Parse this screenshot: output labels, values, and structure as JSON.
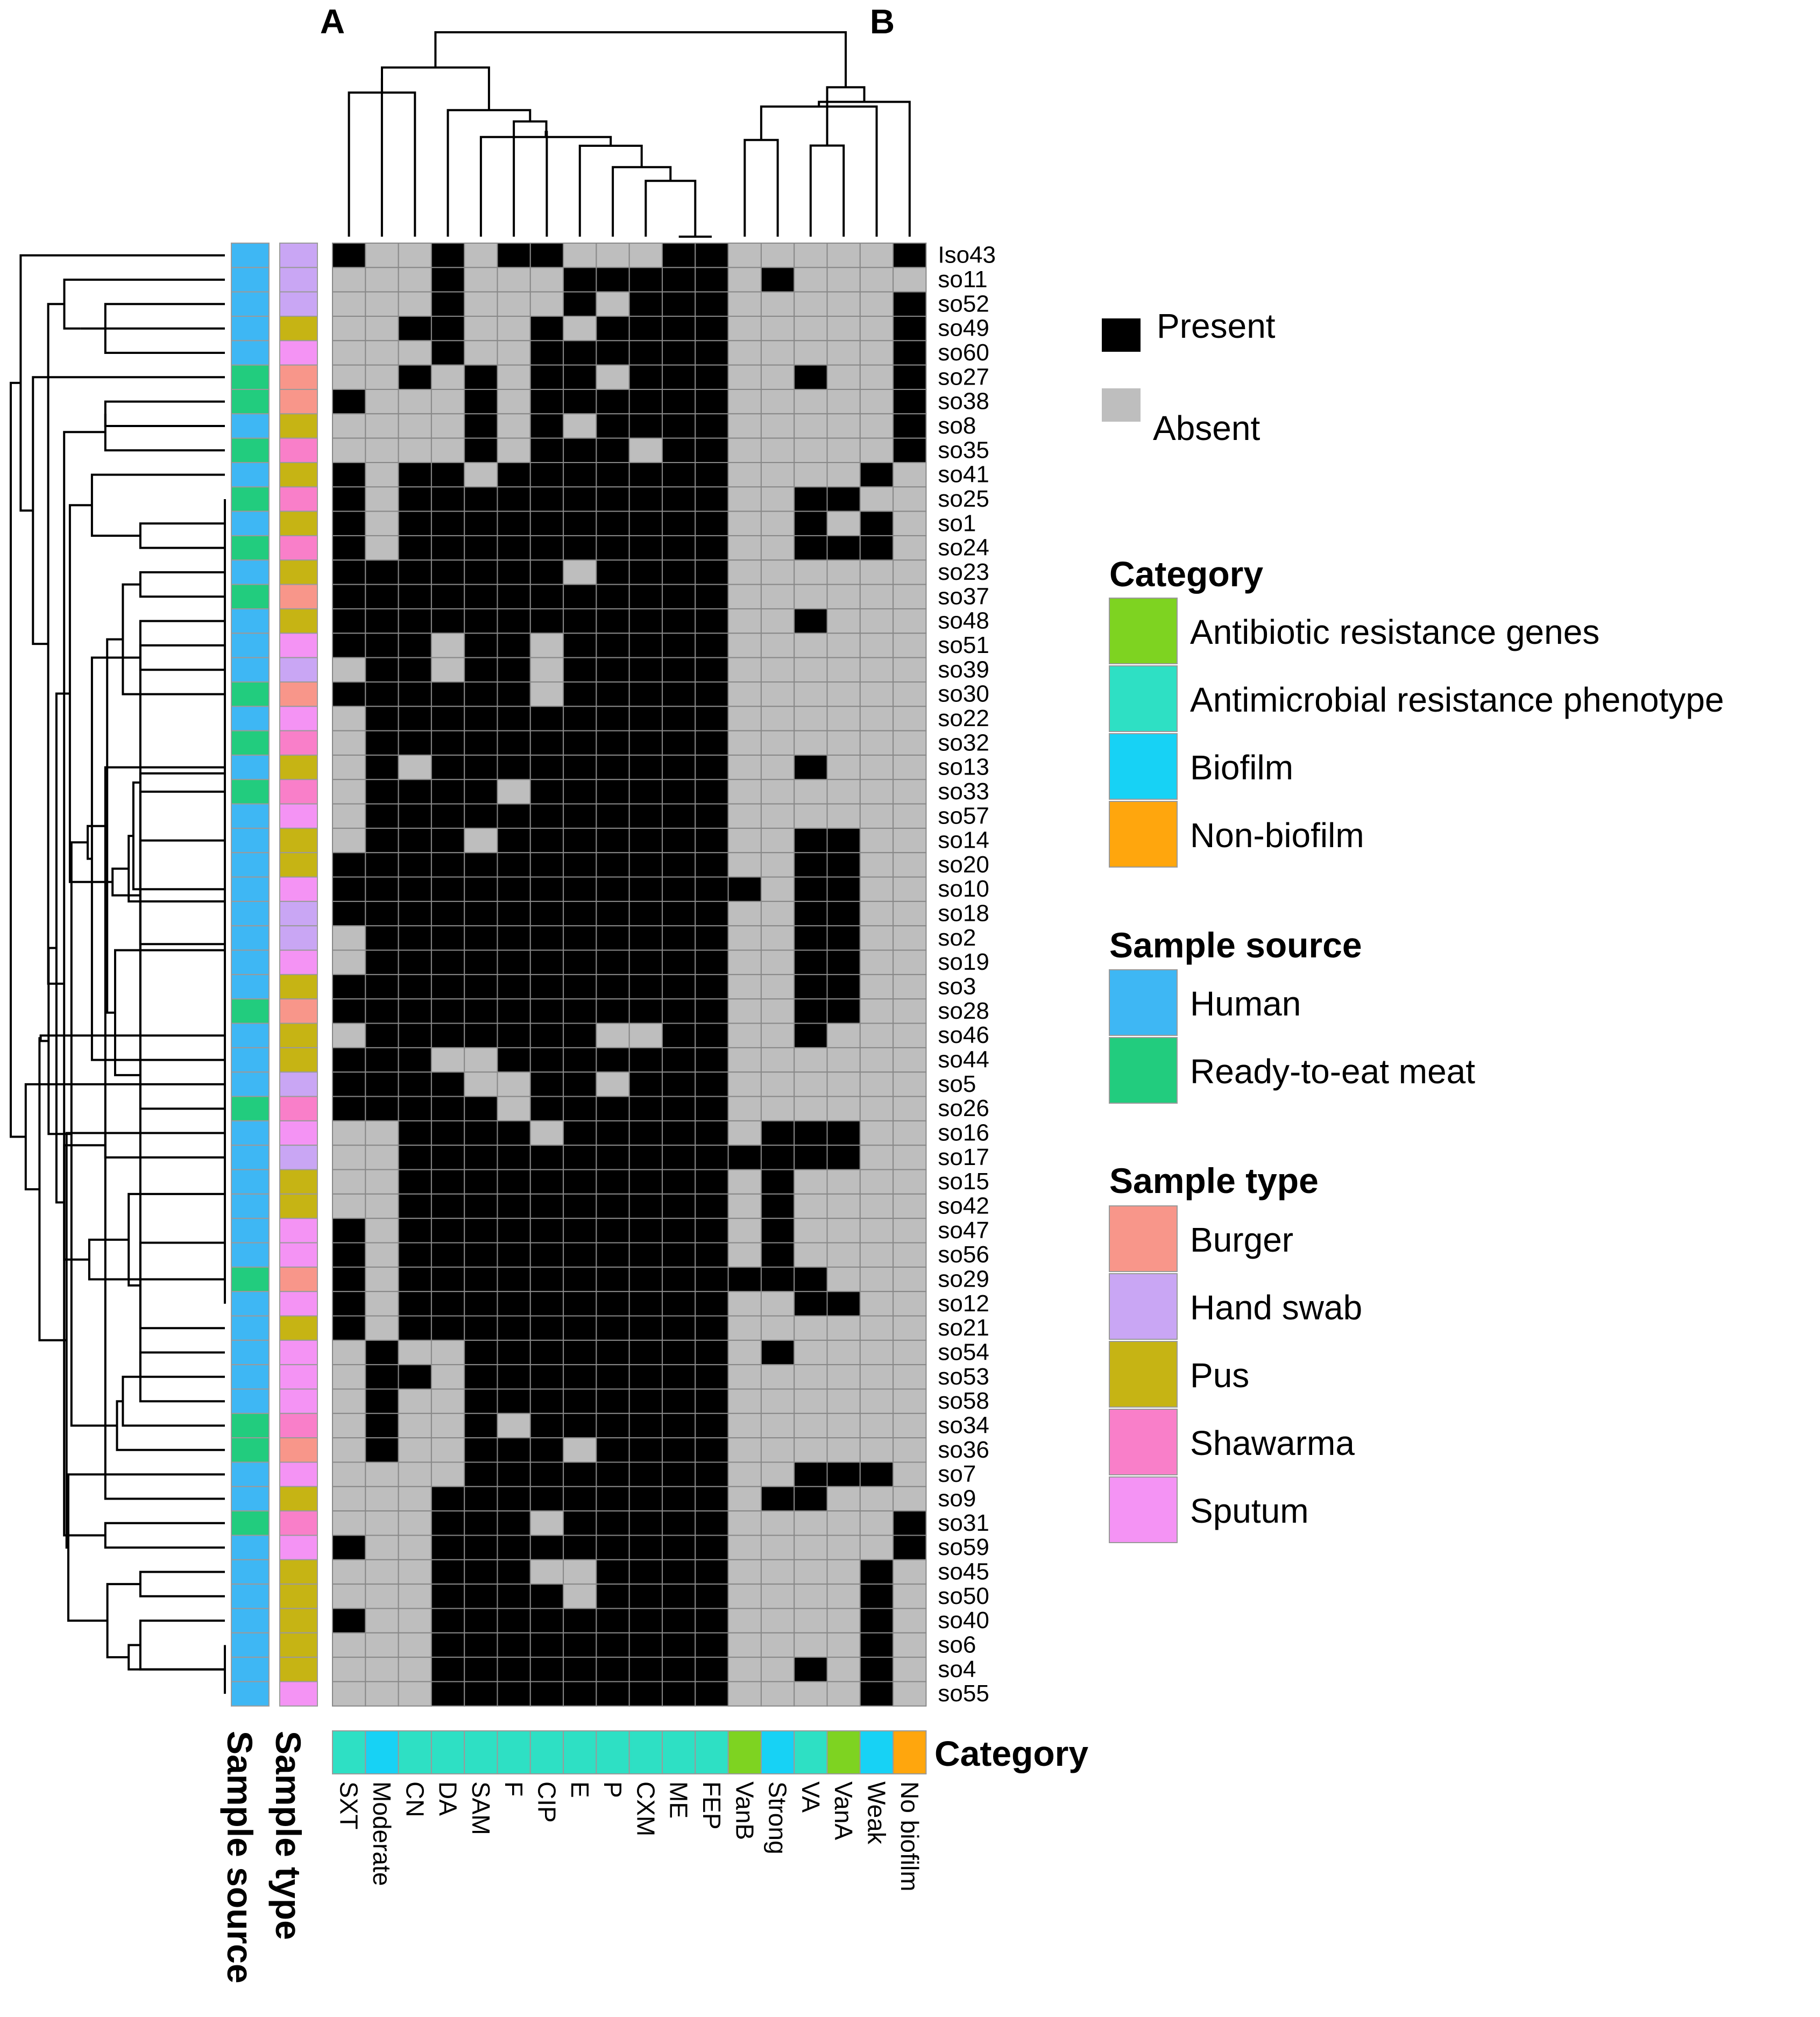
{
  "panel_labels": [
    "A",
    "B"
  ],
  "legend": {
    "present_label": "Present",
    "absent_label": "Absent",
    "category_title": "Category",
    "category_items": [
      {
        "label": "Antibiotic resistance genes",
        "color": "#7ED321"
      },
      {
        "label": "Antimicrobial resistance phenotype",
        "color": "#2EE0C4"
      },
      {
        "label": "Biofilm",
        "color": "#17D2F5"
      },
      {
        "label": "Non-biofilm",
        "color": "#FFA60D"
      }
    ],
    "source_title": "Sample source",
    "source_items": [
      {
        "label": "Human",
        "color": "#3EB7F4"
      },
      {
        "label": "Ready-to-eat meat",
        "color": "#22CC7E"
      }
    ],
    "type_title": "Sample type",
    "type_items": [
      {
        "label": "Burger",
        "color": "#F8968A"
      },
      {
        "label": "Hand swab",
        "color": "#C9A6F4"
      },
      {
        "label": "Pus",
        "color": "#C6B414"
      },
      {
        "label": "Shawarma",
        "color": "#F97FC9"
      },
      {
        "label": "Sputum",
        "color": "#F493F4"
      }
    ]
  },
  "bottom_labels": {
    "category": "Category",
    "sample_source": "Sample source",
    "sample_type": "Sample type"
  },
  "colors": {
    "present": "#000000",
    "absent": "#BEBEBE",
    "gridline": "#888888"
  },
  "chart_data": {
    "type": "heatmap",
    "columns": [
      "SXT",
      "Moderate",
      "CN",
      "DA",
      "SAM",
      "F",
      "CIP",
      "E",
      "P",
      "CXM",
      "ME",
      "FEP",
      "VanB",
      "Strong",
      "VA",
      "VanA",
      "Weak",
      "No biofilm"
    ],
    "column_category": [
      "Antimicrobial resistance phenotype",
      "Biofilm",
      "Antimicrobial resistance phenotype",
      "Antimicrobial resistance phenotype",
      "Antimicrobial resistance phenotype",
      "Antimicrobial resistance phenotype",
      "Antimicrobial resistance phenotype",
      "Antimicrobial resistance phenotype",
      "Antimicrobial resistance phenotype",
      "Antimicrobial resistance phenotype",
      "Antimicrobial resistance phenotype",
      "Antimicrobial resistance phenotype",
      "Antibiotic resistance genes",
      "Biofilm",
      "Antimicrobial resistance phenotype",
      "Antibiotic resistance genes",
      "Biofilm",
      "Non-biofilm"
    ],
    "rows": [
      "Iso43",
      "so11",
      "so52",
      "so49",
      "so60",
      "so27",
      "so38",
      "so8",
      "so35",
      "so41",
      "so25",
      "so1",
      "so24",
      "so23",
      "so37",
      "so48",
      "so51",
      "so39",
      "so30",
      "so22",
      "so32",
      "so13",
      "so33",
      "so57",
      "so14",
      "so20",
      "so10",
      "so18",
      "so2",
      "so19",
      "so3",
      "so28",
      "so46",
      "so44",
      "so5",
      "so26",
      "so16",
      "so17",
      "so15",
      "so42",
      "so47",
      "so56",
      "so29",
      "so12",
      "so21",
      "so54",
      "so53",
      "so58",
      "so34",
      "so36",
      "so7",
      "so9",
      "so31",
      "so59",
      "so45",
      "so50",
      "so40",
      "so6",
      "so4",
      "so55"
    ],
    "row_source": [
      "Human",
      "Human",
      "Human",
      "Human",
      "Human",
      "Ready-to-eat meat",
      "Ready-to-eat meat",
      "Human",
      "Ready-to-eat meat",
      "Human",
      "Ready-to-eat meat",
      "Human",
      "Ready-to-eat meat",
      "Human",
      "Ready-to-eat meat",
      "Human",
      "Human",
      "Human",
      "Ready-to-eat meat",
      "Human",
      "Ready-to-eat meat",
      "Human",
      "Ready-to-eat meat",
      "Human",
      "Human",
      "Human",
      "Human",
      "Human",
      "Human",
      "Human",
      "Human",
      "Ready-to-eat meat",
      "Human",
      "Human",
      "Human",
      "Ready-to-eat meat",
      "Human",
      "Human",
      "Human",
      "Human",
      "Human",
      "Human",
      "Ready-to-eat meat",
      "Human",
      "Human",
      "Human",
      "Human",
      "Human",
      "Ready-to-eat meat",
      "Ready-to-eat meat",
      "Human",
      "Human",
      "Ready-to-eat meat",
      "Human",
      "Human",
      "Human",
      "Human",
      "Human",
      "Human",
      "Human"
    ],
    "row_type": [
      "Hand swab",
      "Hand swab",
      "Hand swab",
      "Pus",
      "Sputum",
      "Burger",
      "Burger",
      "Pus",
      "Shawarma",
      "Pus",
      "Shawarma",
      "Pus",
      "Shawarma",
      "Pus",
      "Burger",
      "Pus",
      "Sputum",
      "Hand swab",
      "Burger",
      "Sputum",
      "Shawarma",
      "Pus",
      "Shawarma",
      "Sputum",
      "Pus",
      "Pus",
      "Sputum",
      "Hand swab",
      "Hand swab",
      "Sputum",
      "Pus",
      "Burger",
      "Pus",
      "Pus",
      "Hand swab",
      "Shawarma",
      "Sputum",
      "Hand swab",
      "Pus",
      "Pus",
      "Sputum",
      "Sputum",
      "Burger",
      "Sputum",
      "Pus",
      "Sputum",
      "Sputum",
      "Sputum",
      "Shawarma",
      "Burger",
      "Sputum",
      "Pus",
      "Shawarma",
      "Sputum",
      "Pus",
      "Pus",
      "Pus",
      "Pus",
      "Pus",
      "Sputum"
    ],
    "values": [
      [
        1,
        0,
        0,
        1,
        0,
        1,
        1,
        0,
        0,
        0,
        1,
        1,
        0,
        0,
        0,
        0,
        0,
        1
      ],
      [
        0,
        0,
        0,
        1,
        0,
        0,
        0,
        1,
        1,
        1,
        1,
        1,
        0,
        1,
        0,
        0,
        0,
        0
      ],
      [
        0,
        0,
        0,
        1,
        0,
        0,
        0,
        1,
        0,
        1,
        1,
        1,
        0,
        0,
        0,
        0,
        0,
        1
      ],
      [
        0,
        0,
        1,
        1,
        0,
        0,
        1,
        0,
        1,
        1,
        1,
        1,
        0,
        0,
        0,
        0,
        0,
        1
      ],
      [
        0,
        0,
        0,
        1,
        0,
        0,
        1,
        1,
        1,
        1,
        1,
        1,
        0,
        0,
        0,
        0,
        0,
        1
      ],
      [
        0,
        0,
        1,
        0,
        1,
        0,
        1,
        1,
        0,
        1,
        1,
        1,
        0,
        0,
        1,
        0,
        0,
        1
      ],
      [
        1,
        0,
        0,
        0,
        1,
        0,
        1,
        1,
        1,
        1,
        1,
        1,
        0,
        0,
        0,
        0,
        0,
        1
      ],
      [
        0,
        0,
        0,
        0,
        1,
        0,
        1,
        0,
        1,
        1,
        1,
        1,
        0,
        0,
        0,
        0,
        0,
        1
      ],
      [
        0,
        0,
        0,
        0,
        1,
        0,
        1,
        1,
        1,
        0,
        1,
        1,
        0,
        0,
        0,
        0,
        0,
        1
      ],
      [
        1,
        0,
        1,
        1,
        0,
        1,
        1,
        1,
        1,
        1,
        1,
        1,
        0,
        0,
        0,
        0,
        1,
        0
      ],
      [
        1,
        0,
        1,
        1,
        1,
        1,
        1,
        1,
        1,
        1,
        1,
        1,
        0,
        0,
        1,
        1,
        0,
        0
      ],
      [
        1,
        0,
        1,
        1,
        1,
        1,
        1,
        1,
        1,
        1,
        1,
        1,
        0,
        0,
        1,
        0,
        1,
        0
      ],
      [
        1,
        0,
        1,
        1,
        1,
        1,
        1,
        1,
        1,
        1,
        1,
        1,
        0,
        0,
        1,
        1,
        1,
        0
      ],
      [
        1,
        1,
        1,
        1,
        1,
        1,
        1,
        0,
        1,
        1,
        1,
        1,
        0,
        0,
        0,
        0,
        0,
        0
      ],
      [
        1,
        1,
        1,
        1,
        1,
        1,
        1,
        1,
        1,
        1,
        1,
        1,
        0,
        0,
        0,
        0,
        0,
        0
      ],
      [
        1,
        1,
        1,
        1,
        1,
        1,
        1,
        1,
        1,
        1,
        1,
        1,
        0,
        0,
        1,
        0,
        0,
        0
      ],
      [
        1,
        1,
        1,
        0,
        1,
        1,
        0,
        1,
        1,
        1,
        1,
        1,
        0,
        0,
        0,
        0,
        0,
        0
      ],
      [
        0,
        1,
        1,
        0,
        1,
        1,
        0,
        1,
        1,
        1,
        1,
        1,
        0,
        0,
        0,
        0,
        0,
        0
      ],
      [
        1,
        1,
        1,
        1,
        1,
        1,
        0,
        1,
        1,
        1,
        1,
        1,
        0,
        0,
        0,
        0,
        0,
        0
      ],
      [
        0,
        1,
        1,
        1,
        1,
        1,
        1,
        1,
        1,
        1,
        1,
        1,
        0,
        0,
        0,
        0,
        0,
        0
      ],
      [
        0,
        1,
        1,
        1,
        1,
        1,
        1,
        1,
        1,
        1,
        1,
        1,
        0,
        0,
        0,
        0,
        0,
        0
      ],
      [
        0,
        1,
        0,
        1,
        1,
        1,
        1,
        1,
        1,
        1,
        1,
        1,
        0,
        0,
        1,
        0,
        0,
        0
      ],
      [
        0,
        1,
        1,
        1,
        1,
        0,
        1,
        1,
        1,
        1,
        1,
        1,
        0,
        0,
        0,
        0,
        0,
        0
      ],
      [
        0,
        1,
        1,
        1,
        1,
        1,
        1,
        1,
        1,
        1,
        1,
        1,
        0,
        0,
        0,
        0,
        0,
        0
      ],
      [
        0,
        1,
        1,
        1,
        0,
        1,
        1,
        1,
        1,
        1,
        1,
        1,
        0,
        0,
        1,
        1,
        0,
        0
      ],
      [
        1,
        1,
        1,
        1,
        1,
        1,
        1,
        1,
        1,
        1,
        1,
        1,
        0,
        0,
        1,
        1,
        0,
        0
      ],
      [
        1,
        1,
        1,
        1,
        1,
        1,
        1,
        1,
        1,
        1,
        1,
        1,
        1,
        0,
        1,
        1,
        0,
        0
      ],
      [
        1,
        1,
        1,
        1,
        1,
        1,
        1,
        1,
        1,
        1,
        1,
        1,
        0,
        0,
        1,
        1,
        0,
        0
      ],
      [
        0,
        1,
        1,
        1,
        1,
        1,
        1,
        1,
        1,
        1,
        1,
        1,
        0,
        0,
        1,
        1,
        0,
        0
      ],
      [
        0,
        1,
        1,
        1,
        1,
        1,
        1,
        1,
        1,
        1,
        1,
        1,
        0,
        0,
        1,
        1,
        0,
        0
      ],
      [
        1,
        1,
        1,
        1,
        1,
        1,
        1,
        1,
        1,
        1,
        1,
        1,
        0,
        0,
        1,
        1,
        0,
        0
      ],
      [
        1,
        1,
        1,
        1,
        1,
        1,
        1,
        1,
        1,
        1,
        1,
        1,
        0,
        0,
        1,
        1,
        0,
        0
      ],
      [
        0,
        1,
        1,
        1,
        1,
        1,
        1,
        1,
        0,
        0,
        1,
        1,
        0,
        0,
        1,
        0,
        0,
        0
      ],
      [
        1,
        1,
        1,
        0,
        0,
        1,
        1,
        1,
        1,
        1,
        1,
        1,
        0,
        0,
        0,
        0,
        0,
        0
      ],
      [
        1,
        1,
        1,
        1,
        0,
        0,
        1,
        1,
        0,
        1,
        1,
        1,
        0,
        0,
        0,
        0,
        0,
        0
      ],
      [
        1,
        1,
        1,
        1,
        1,
        0,
        1,
        1,
        1,
        1,
        1,
        1,
        0,
        0,
        0,
        0,
        0,
        0
      ],
      [
        0,
        0,
        1,
        1,
        1,
        1,
        0,
        1,
        1,
        1,
        1,
        1,
        0,
        1,
        1,
        1,
        0,
        0
      ],
      [
        0,
        0,
        1,
        1,
        1,
        1,
        1,
        1,
        1,
        1,
        1,
        1,
        1,
        1,
        1,
        1,
        0,
        0
      ],
      [
        0,
        0,
        1,
        1,
        1,
        1,
        1,
        1,
        1,
        1,
        1,
        1,
        0,
        1,
        0,
        0,
        0,
        0
      ],
      [
        0,
        0,
        1,
        1,
        1,
        1,
        1,
        1,
        1,
        1,
        1,
        1,
        0,
        1,
        0,
        0,
        0,
        0
      ],
      [
        1,
        0,
        1,
        1,
        1,
        1,
        1,
        1,
        1,
        1,
        1,
        1,
        0,
        1,
        0,
        0,
        0,
        0
      ],
      [
        1,
        0,
        1,
        1,
        1,
        1,
        1,
        1,
        1,
        1,
        1,
        1,
        0,
        1,
        0,
        0,
        0,
        0
      ],
      [
        1,
        0,
        1,
        1,
        1,
        1,
        1,
        1,
        1,
        1,
        1,
        1,
        1,
        1,
        1,
        0,
        0,
        0
      ],
      [
        1,
        0,
        1,
        1,
        1,
        1,
        1,
        1,
        1,
        1,
        1,
        1,
        0,
        0,
        1,
        1,
        0,
        0
      ],
      [
        1,
        0,
        1,
        1,
        1,
        1,
        1,
        1,
        1,
        1,
        1,
        1,
        0,
        0,
        0,
        0,
        0,
        0
      ],
      [
        0,
        1,
        0,
        0,
        1,
        1,
        1,
        1,
        1,
        1,
        1,
        1,
        0,
        1,
        0,
        0,
        0,
        0
      ],
      [
        0,
        1,
        1,
        0,
        1,
        1,
        1,
        1,
        1,
        1,
        1,
        1,
        0,
        0,
        0,
        0,
        0,
        0
      ],
      [
        0,
        1,
        0,
        0,
        1,
        1,
        1,
        1,
        1,
        1,
        1,
        1,
        0,
        0,
        0,
        0,
        0,
        0
      ],
      [
        0,
        1,
        0,
        0,
        1,
        0,
        1,
        1,
        1,
        1,
        1,
        1,
        0,
        0,
        0,
        0,
        0,
        0
      ],
      [
        0,
        1,
        0,
        0,
        1,
        1,
        1,
        0,
        1,
        1,
        1,
        1,
        0,
        0,
        0,
        0,
        0,
        0
      ],
      [
        0,
        0,
        0,
        0,
        1,
        1,
        1,
        1,
        1,
        1,
        1,
        1,
        0,
        0,
        1,
        1,
        1,
        0
      ],
      [
        0,
        0,
        0,
        1,
        1,
        1,
        1,
        1,
        1,
        1,
        1,
        1,
        0,
        1,
        1,
        0,
        0,
        0
      ],
      [
        0,
        0,
        0,
        1,
        1,
        1,
        0,
        1,
        1,
        1,
        1,
        1,
        0,
        0,
        0,
        0,
        0,
        1
      ],
      [
        1,
        0,
        0,
        1,
        1,
        1,
        1,
        1,
        1,
        1,
        1,
        1,
        0,
        0,
        0,
        0,
        0,
        1
      ],
      [
        0,
        0,
        0,
        1,
        1,
        1,
        0,
        0,
        1,
        1,
        1,
        1,
        0,
        0,
        0,
        0,
        1,
        0
      ],
      [
        0,
        0,
        0,
        1,
        1,
        1,
        1,
        0,
        1,
        1,
        1,
        1,
        0,
        0,
        0,
        0,
        1,
        0
      ],
      [
        1,
        0,
        0,
        1,
        1,
        1,
        1,
        1,
        1,
        1,
        1,
        1,
        0,
        0,
        0,
        0,
        1,
        0
      ],
      [
        0,
        0,
        0,
        1,
        1,
        1,
        1,
        1,
        1,
        1,
        1,
        1,
        0,
        0,
        0,
        0,
        1,
        0
      ],
      [
        0,
        0,
        0,
        1,
        1,
        1,
        1,
        1,
        1,
        1,
        1,
        1,
        0,
        0,
        1,
        0,
        1,
        0
      ],
      [
        0,
        0,
        0,
        1,
        1,
        1,
        1,
        1,
        1,
        1,
        1,
        1,
        0,
        0,
        0,
        0,
        1,
        0
      ]
    ]
  }
}
